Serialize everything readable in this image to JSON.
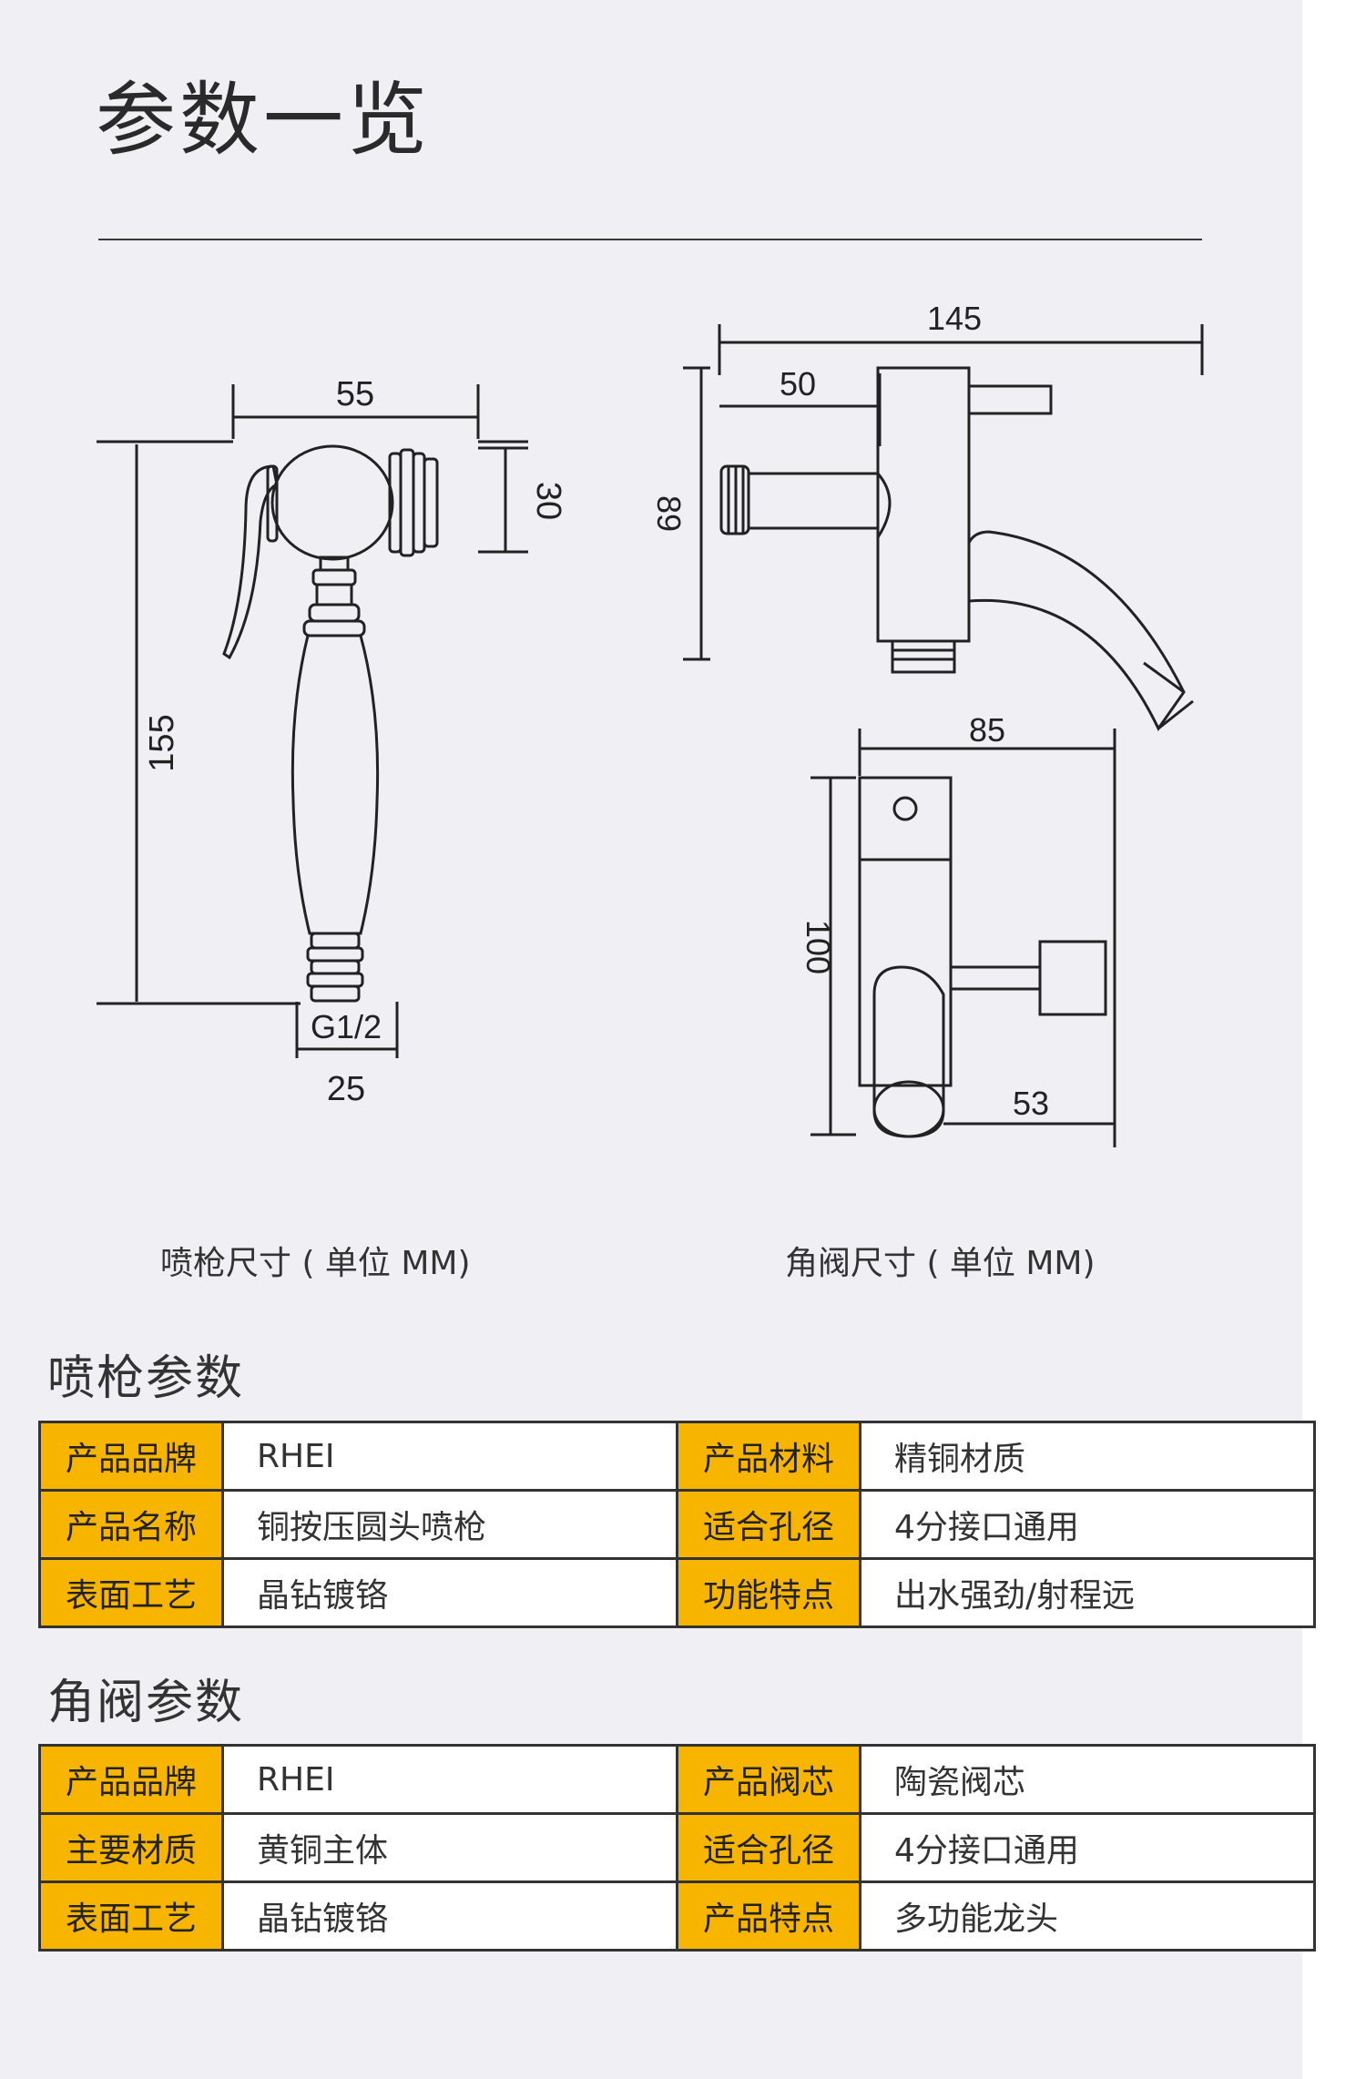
{
  "page": {
    "title": "参数一览"
  },
  "drawings": {
    "spray_gun": {
      "caption": "喷枪尺寸 ( 单位 MM)",
      "dim_width": "55",
      "dim_head": "30",
      "dim_height": "155",
      "dim_thread": "G1/2",
      "dim_base": "25"
    },
    "angle_valve_side": {
      "dim_total": "145",
      "dim_inlet": "50",
      "dim_height": "89"
    },
    "angle_valve_front": {
      "caption": "角阀尺寸 ( 单位 MM)",
      "dim_width": "85",
      "dim_height": "100",
      "dim_depth": "53"
    }
  },
  "spray_gun_params": {
    "title": "喷枪参数",
    "rows": [
      {
        "k1": "产品品牌",
        "v1": "RHEI",
        "k2": "产品材料",
        "v2": "精铜材质"
      },
      {
        "k1": "产品名称",
        "v1": "铜按压圆头喷枪",
        "k2": "适合孔径",
        "v2": "4分接口通用"
      },
      {
        "k1": "表面工艺",
        "v1": "晶钻镀铬",
        "k2": "功能特点",
        "v2": "出水强劲/射程远"
      }
    ]
  },
  "angle_valve_params": {
    "title": "角阀参数",
    "rows": [
      {
        "k1": "产品品牌",
        "v1": "RHEI",
        "k2": "产品阀芯",
        "v2": "陶瓷阀芯"
      },
      {
        "k1": "主要材质",
        "v1": "黄铜主体",
        "k2": "适合孔径",
        "v2": "4分接口通用"
      },
      {
        "k1": "表面工艺",
        "v1": "晶钻镀铬",
        "k2": "产品特点",
        "v2": "多功能龙头"
      }
    ]
  },
  "colors": {
    "accent": "#f8b500",
    "background": "#f0f0f4",
    "line": "#333333"
  }
}
